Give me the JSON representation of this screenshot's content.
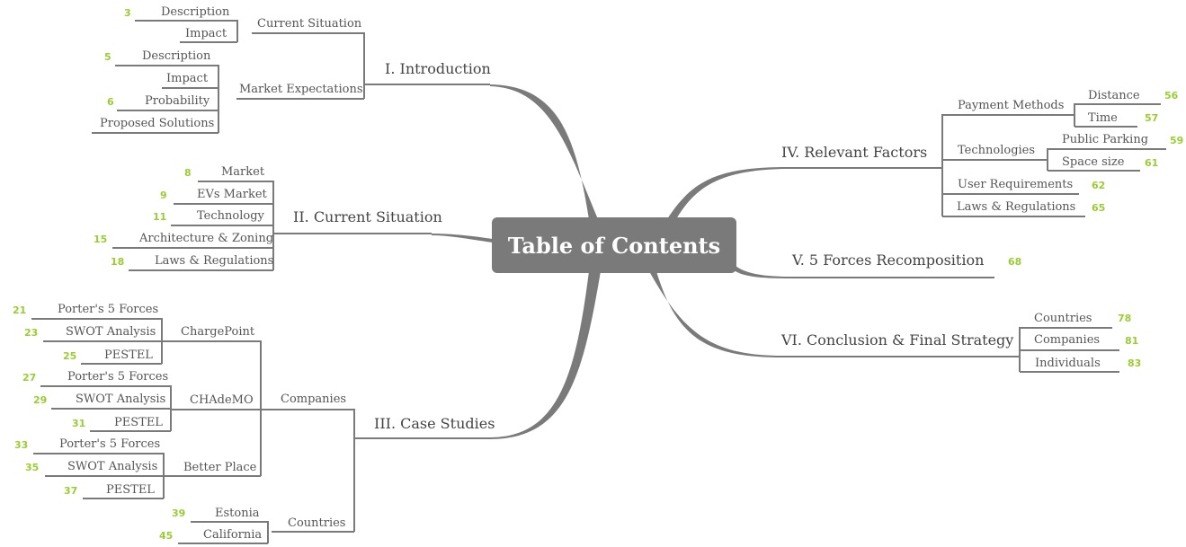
{
  "central": "Table of Contents",
  "branches": {
    "intro": {
      "label": "I. Introduction",
      "current_situation": "Current Situation",
      "cs_description": "Description",
      "cs_description_page": "3",
      "cs_impact": "Impact",
      "market_expectations": "Market Expectations",
      "me_description": "Description",
      "me_description_page": "5",
      "me_impact": "Impact",
      "me_probability": "Probability",
      "me_probability_page": "6",
      "me_proposed": "Proposed Solutions"
    },
    "current": {
      "label": "II. Current Situation",
      "items": [
        {
          "label": "Market",
          "page": "8"
        },
        {
          "label": "EVs Market",
          "page": "9"
        },
        {
          "label": "Technology",
          "page": "11"
        },
        {
          "label": "Architecture & Zoning",
          "page": "15"
        },
        {
          "label": "Laws & Regulations",
          "page": "18"
        }
      ]
    },
    "cases": {
      "label": "III. Case Studies",
      "companies": "Companies",
      "countries": "Countries",
      "chargepoint": "ChargePoint",
      "chademo": "CHAdeMO",
      "betterplace": "Better Place",
      "cp_items": [
        {
          "label": "Porter's 5 Forces",
          "page": "21"
        },
        {
          "label": "SWOT Analysis",
          "page": "23"
        },
        {
          "label": "PESTEL",
          "page": "25"
        }
      ],
      "ch_items": [
        {
          "label": "Porter's 5 Forces",
          "page": "27"
        },
        {
          "label": "SWOT Analysis",
          "page": "29"
        },
        {
          "label": "PESTEL",
          "page": "31"
        }
      ],
      "bp_items": [
        {
          "label": "Porter's 5 Forces",
          "page": "33"
        },
        {
          "label": "SWOT Analysis",
          "page": "35"
        },
        {
          "label": "PESTEL",
          "page": "37"
        }
      ],
      "country_items": [
        {
          "label": "Estonia",
          "page": "39"
        },
        {
          "label": "California",
          "page": "45"
        }
      ]
    },
    "factors": {
      "label": "IV. Relevant Factors",
      "payment": "Payment Methods",
      "distance": "Distance",
      "distance_page": "56",
      "time": "Time",
      "time_page": "57",
      "technologies": "Technologies",
      "public_parking": "Public Parking",
      "public_parking_page": "59",
      "space_size": "Space size",
      "space_size_page": "61",
      "user_req": "User Requirements",
      "user_req_page": "62",
      "laws": "Laws & Regulations",
      "laws_page": "65"
    },
    "forces": {
      "label": "V. 5 Forces Recomposition",
      "page": "68"
    },
    "conclusion": {
      "label": "VI. Conclusion & Final Strategy",
      "items": [
        {
          "label": "Countries",
          "page": "78"
        },
        {
          "label": "Companies",
          "page": "81"
        },
        {
          "label": "Individuals",
          "page": "83"
        }
      ]
    }
  },
  "colors": {
    "line": "#7a7a7a",
    "central_fill": "#7a7a7a",
    "page_number": "#9acd32",
    "text": "#555555"
  }
}
